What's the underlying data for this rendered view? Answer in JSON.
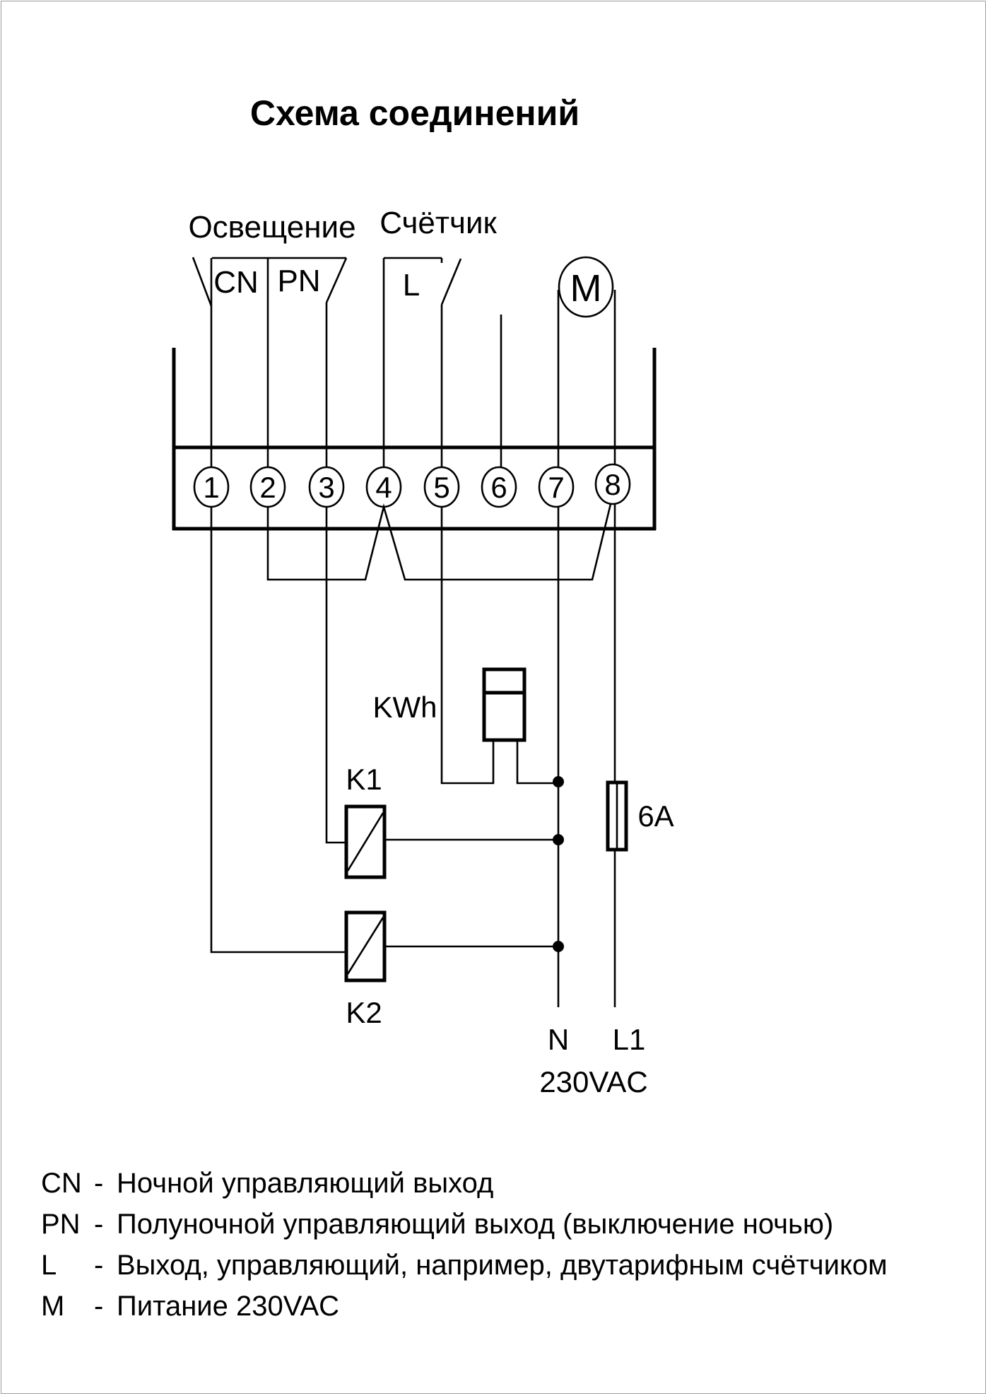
{
  "title": "Схема соединений",
  "labels": {
    "lighting": "Освещение",
    "meter": "Счётчик",
    "cn": "CN",
    "pn": "PN",
    "l": "L",
    "m": "M",
    "kwh": "KWh",
    "k1": "K1",
    "k2": "K2",
    "fuse": "6A",
    "n": "N",
    "l1": "L1",
    "voltage": "230VAC"
  },
  "terminals": [
    "1",
    "2",
    "3",
    "4",
    "5",
    "6",
    "7",
    "8"
  ],
  "legend": [
    {
      "key": "CN",
      "dash": "-",
      "text": "Ночной управляющий выход"
    },
    {
      "key": "PN",
      "dash": "-",
      "text": "Полуночной управляющий выход (выключение ночью)"
    },
    {
      "key": "L",
      "dash": "-",
      "text": "Выход, управляющий, например, двутарифным счётчиком"
    },
    {
      "key": "M",
      "dash": "-",
      "text": "Питание 230VAC"
    }
  ]
}
